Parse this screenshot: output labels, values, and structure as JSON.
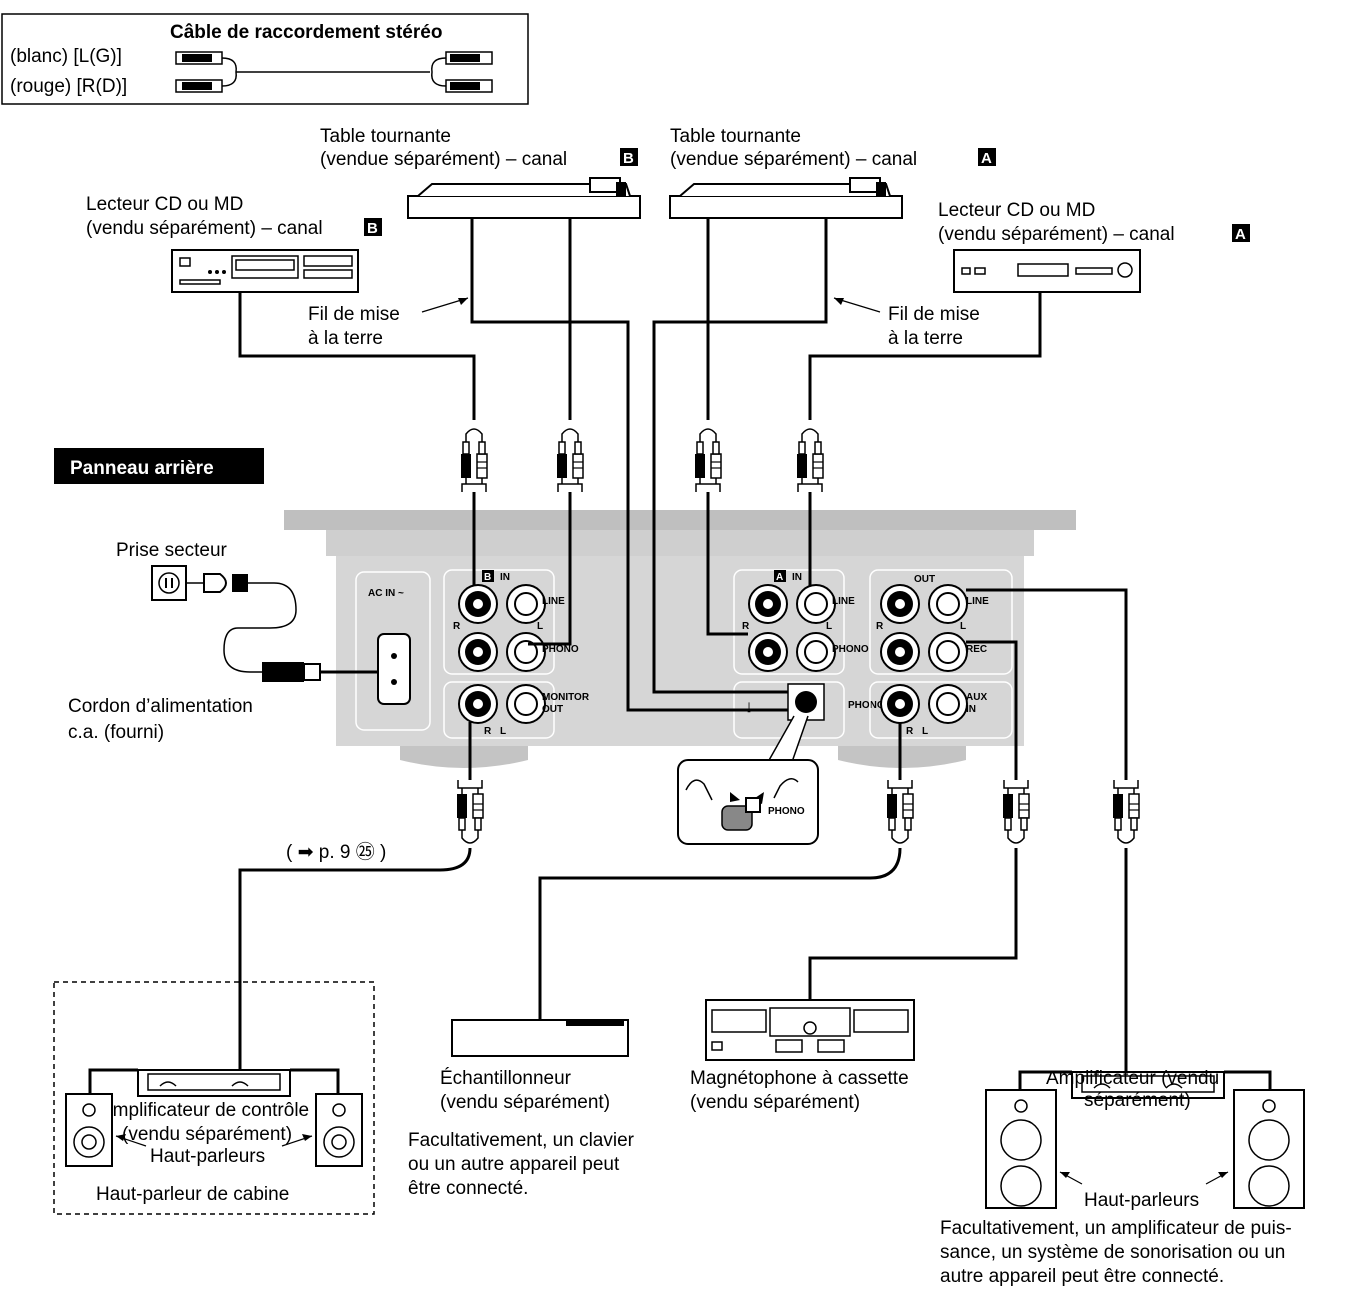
{
  "cable_box": {
    "title": "Câble de raccordement stéréo",
    "left_white": "(blanc) [L(G)]",
    "left_red": "(rouge) [R(D)]"
  },
  "turntable_b": {
    "line1": "Table tournante",
    "line2": "(vendue séparément) – canal",
    "badge": "B"
  },
  "turntable_a": {
    "line1": "Table tournante",
    "line2": "(vendue séparément) – canal",
    "badge": "A"
  },
  "cd_b": {
    "line1": "Lecteur CD ou MD",
    "line2": "(vendu séparément) – canal",
    "badge": "B"
  },
  "cd_a": {
    "line1": "Lecteur CD ou MD",
    "line2": "(vendu séparément) – canal",
    "badge": "A"
  },
  "ground_b": {
    "line1": "Fil de mise",
    "line2": "à la terre"
  },
  "ground_a": {
    "line1": "Fil de mise",
    "line2": "à la terre"
  },
  "rear_panel_title": "Panneau arrière",
  "outlet_label": "Prise secteur",
  "power_cord": {
    "line1": "Cordon d’alimentation",
    "line2": "c.a. (fourni)"
  },
  "panel": {
    "ac_in": "AC IN ~",
    "b_in": "IN",
    "b_badge": "B",
    "a_in": "IN",
    "a_badge": "A",
    "out": "OUT",
    "line": "LINE",
    "phono": "PHONO",
    "rec": "REC",
    "monitor_out_1": "MONITOR",
    "monitor_out_2": "OUT",
    "aux_in_1": "AUX",
    "aux_in_2": "IN",
    "phono_ground": "PHONO",
    "r": "R",
    "l": "L",
    "inset_phono": "PHONO"
  },
  "page_ref": "( ➡ p. 9 ㉕ )",
  "monitor_amp": {
    "line1": "Amplificateur de contrôle",
    "line2": "(vendu séparément)",
    "speakers": "Haut-parleurs",
    "booth": "Haut-parleur de cabine"
  },
  "sampler": {
    "line1": "Échantillonneur",
    "line2": "(vendu séparément)",
    "note1": "Facultativement, un clavier",
    "note2": "ou un autre appareil peut",
    "note3": "être connecté."
  },
  "cassette": {
    "line1": "Magnétophone à cassette",
    "line2": "(vendu séparément)"
  },
  "amp": {
    "line1": "Amplificateur (vendu",
    "line2": "séparément)",
    "speakers": "Haut-parleurs",
    "note1": "Facultativement, un amplificateur de puis-",
    "note2": "sance, un système de sonorisation ou un",
    "note3": "autre appareil peut être connecté."
  },
  "colors": {
    "panel_fill": "#d6d6d6",
    "panel_top": "#bfbfbf",
    "black": "#000000",
    "white": "#ffffff"
  }
}
